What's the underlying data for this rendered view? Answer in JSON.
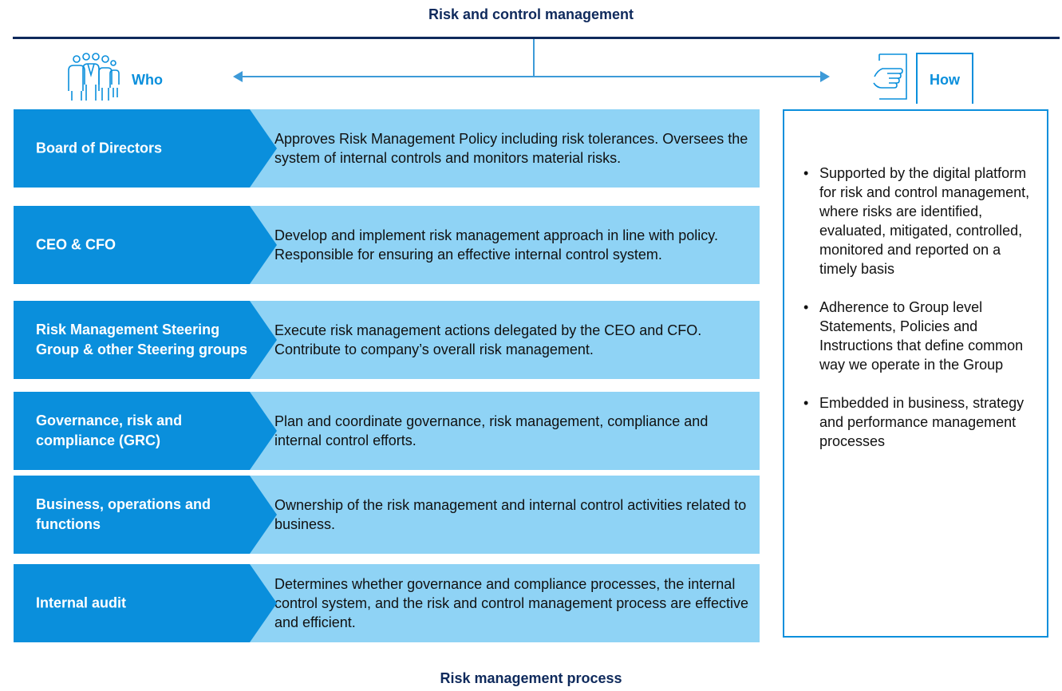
{
  "title": "Risk and control management",
  "footer_title": "Risk management process",
  "who_label": "Who",
  "how_label": "How",
  "roles": [
    {
      "name": "Board of Directors",
      "description": "Approves Risk Management Policy including risk tolerances. Oversees the system of internal controls and monitors material risks."
    },
    {
      "name": "CEO & CFO",
      "description": "Develop and implement risk management approach in line with policy. Responsible for ensuring an effective internal control system."
    },
    {
      "name": "Risk Management Steering Group & other Steering groups",
      "description": "Execute risk management actions delegated by the CEO and CFO. Contribute to company’s overall risk management."
    },
    {
      "name": "Governance, risk and compliance (GRC)",
      "description": "Plan and coordinate governance, risk management, compliance and internal control efforts."
    },
    {
      "name": "Business, operations and functions",
      "description": "Ownership of the risk management and internal control activities related to business."
    },
    {
      "name": "Internal audit",
      "description": "Determines whether governance and compliance processes, the internal control system, and the risk and control management process are effective and efficient."
    }
  ],
  "how_items": [
    "Supported by the digital platform for risk and control management, where risks are identified, evaluated, mitigated, controlled, monitored and reported on a timely basis",
    "Adherence to Group level Statements, Policies and Instructions that define common way we operate in the Group",
    "Embedded in business, strategy and performance management processes"
  ],
  "bullet_char": "•",
  "icons": {
    "who": "people-group-icon",
    "how": "hand-pointing-book-icon"
  },
  "colors": {
    "primary": "#0a8fdc",
    "light": "#8fd3f5",
    "navy": "#0f2a5c"
  }
}
